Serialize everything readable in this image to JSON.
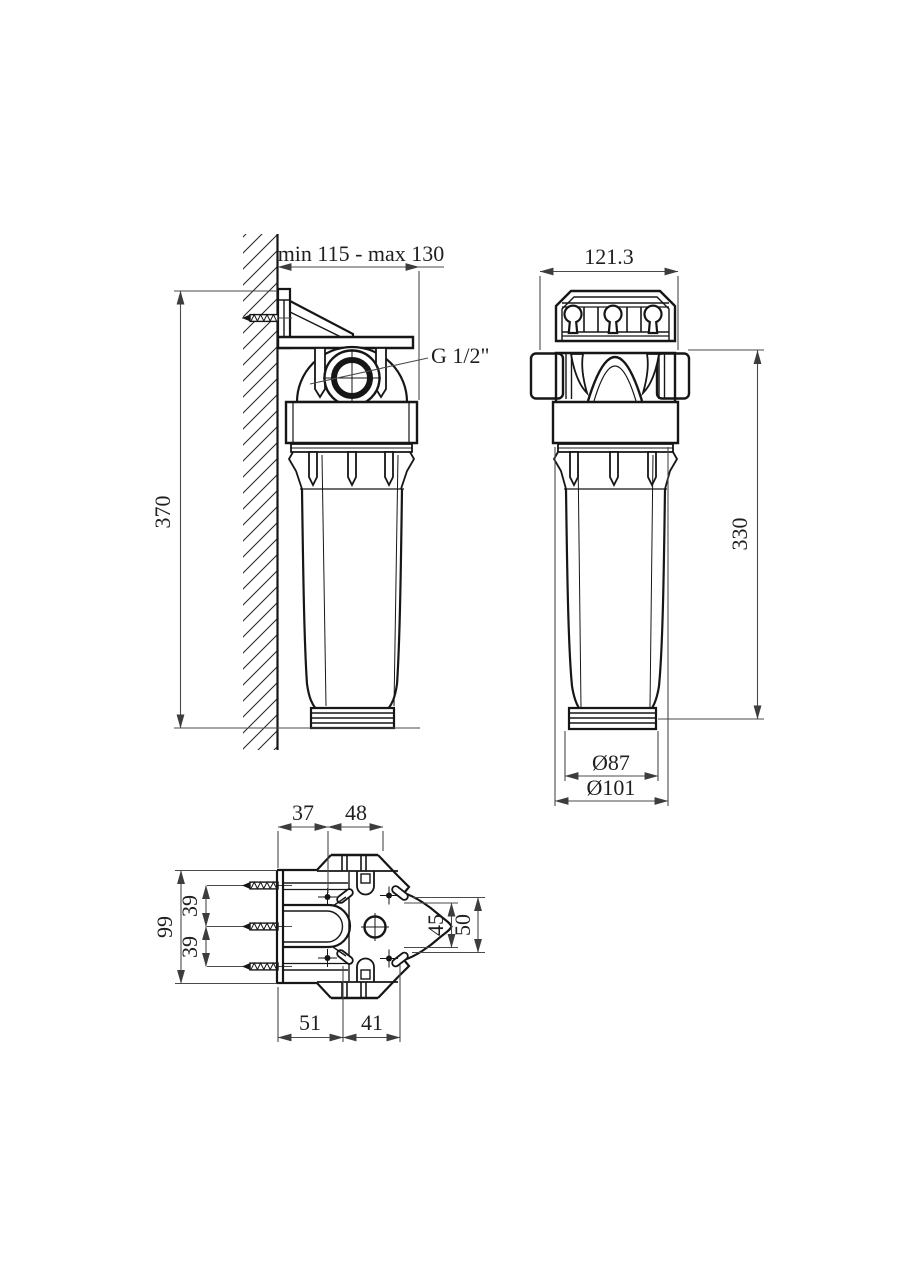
{
  "drawing_labels": {
    "side": {
      "wall_offset": "min 115 - max 130",
      "thread": "G 1/2\"",
      "overall_height": "370"
    },
    "front": {
      "head_width": "121.3",
      "housing_height": "330",
      "base_inner_dia": "Ø87",
      "base_outer_dia": "Ø101"
    },
    "plan": {
      "offset_left": "37",
      "port_width": "48",
      "bracket_height": "99",
      "screw_gap_upper": "39",
      "screw_gap_lower": "39",
      "slot_span_inner": "45",
      "slot_span_outer": "50",
      "base_left": "51",
      "base_right": "41"
    }
  },
  "colors": {
    "outline": "#161616",
    "dimension": "#4a4a4a",
    "text": "#1f1f1f",
    "background": "#ffffff"
  }
}
